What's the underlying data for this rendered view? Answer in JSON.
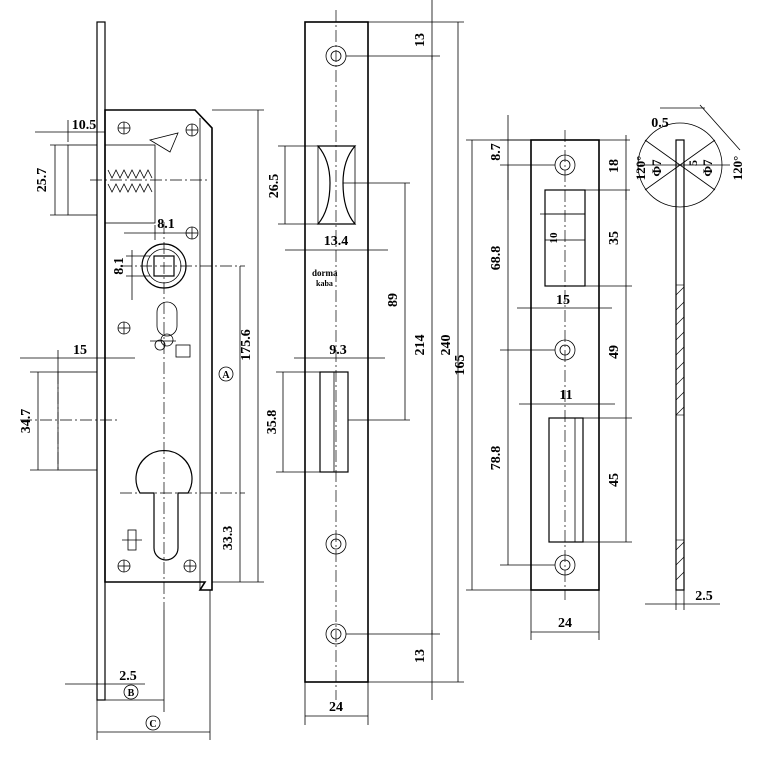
{
  "drawing": {
    "lock_body": {
      "dim_backset_top": "10.5",
      "dim_latch_height": "25.7",
      "dim_follower_w": "8.1",
      "dim_follower_h": "8.1",
      "dim_deadbolt_throw": "15",
      "dim_deadbolt_height": "34.7",
      "dim_total_height": "175.6",
      "dim_cyl_to_bottom": "33.3",
      "dim_plate_thickness": "2.5",
      "marker_a": "A",
      "marker_b": "B",
      "marker_c": "C"
    },
    "faceplate": {
      "dim_top": "13",
      "dim_bottom": "13",
      "dim_latch_opening": "26.5",
      "dim_latch_width": "13.4",
      "dim_deadbolt_width": "9.3",
      "dim_deadbolt_opening": "35.8",
      "dim_latch_to_bolt": "89",
      "dim_screw_span": "214",
      "dim_total": "240",
      "dim_width": "24",
      "brand_line1": "dorma",
      "brand_line2": "kaba"
    },
    "strike_plate": {
      "dim_top_offset": "8.7",
      "dim_top_right": "18",
      "dim_latch_slot": "68.8",
      "dim_slot_height": "35",
      "dim_slot_depth": "10",
      "dim_slot_width": "15",
      "dim_middle": "49",
      "dim_bolt_slot_w": "11",
      "dim_bolt_slot_offset": "78.8",
      "dim_bolt_slot_h": "45",
      "dim_total": "165",
      "dim_width": "24"
    },
    "side_profile": {
      "dim_thickness_top": "0.5",
      "angle_left": "120°",
      "angle_right": "120°",
      "dia_left": "Φ7",
      "dia_right": "Φ7",
      "dia_small": "5",
      "dim_plate": "2.5"
    }
  }
}
